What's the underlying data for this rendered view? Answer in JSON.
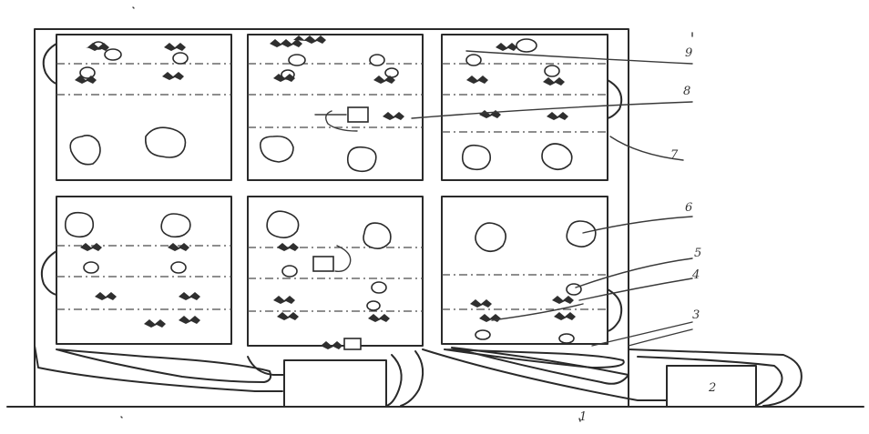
{
  "callout_labels": [
    "9",
    "8",
    "7",
    "6",
    "5",
    "4",
    "3",
    "2",
    "1"
  ],
  "colors": {
    "ink": "#2a2a2a",
    "paper": "#ffffff"
  }
}
